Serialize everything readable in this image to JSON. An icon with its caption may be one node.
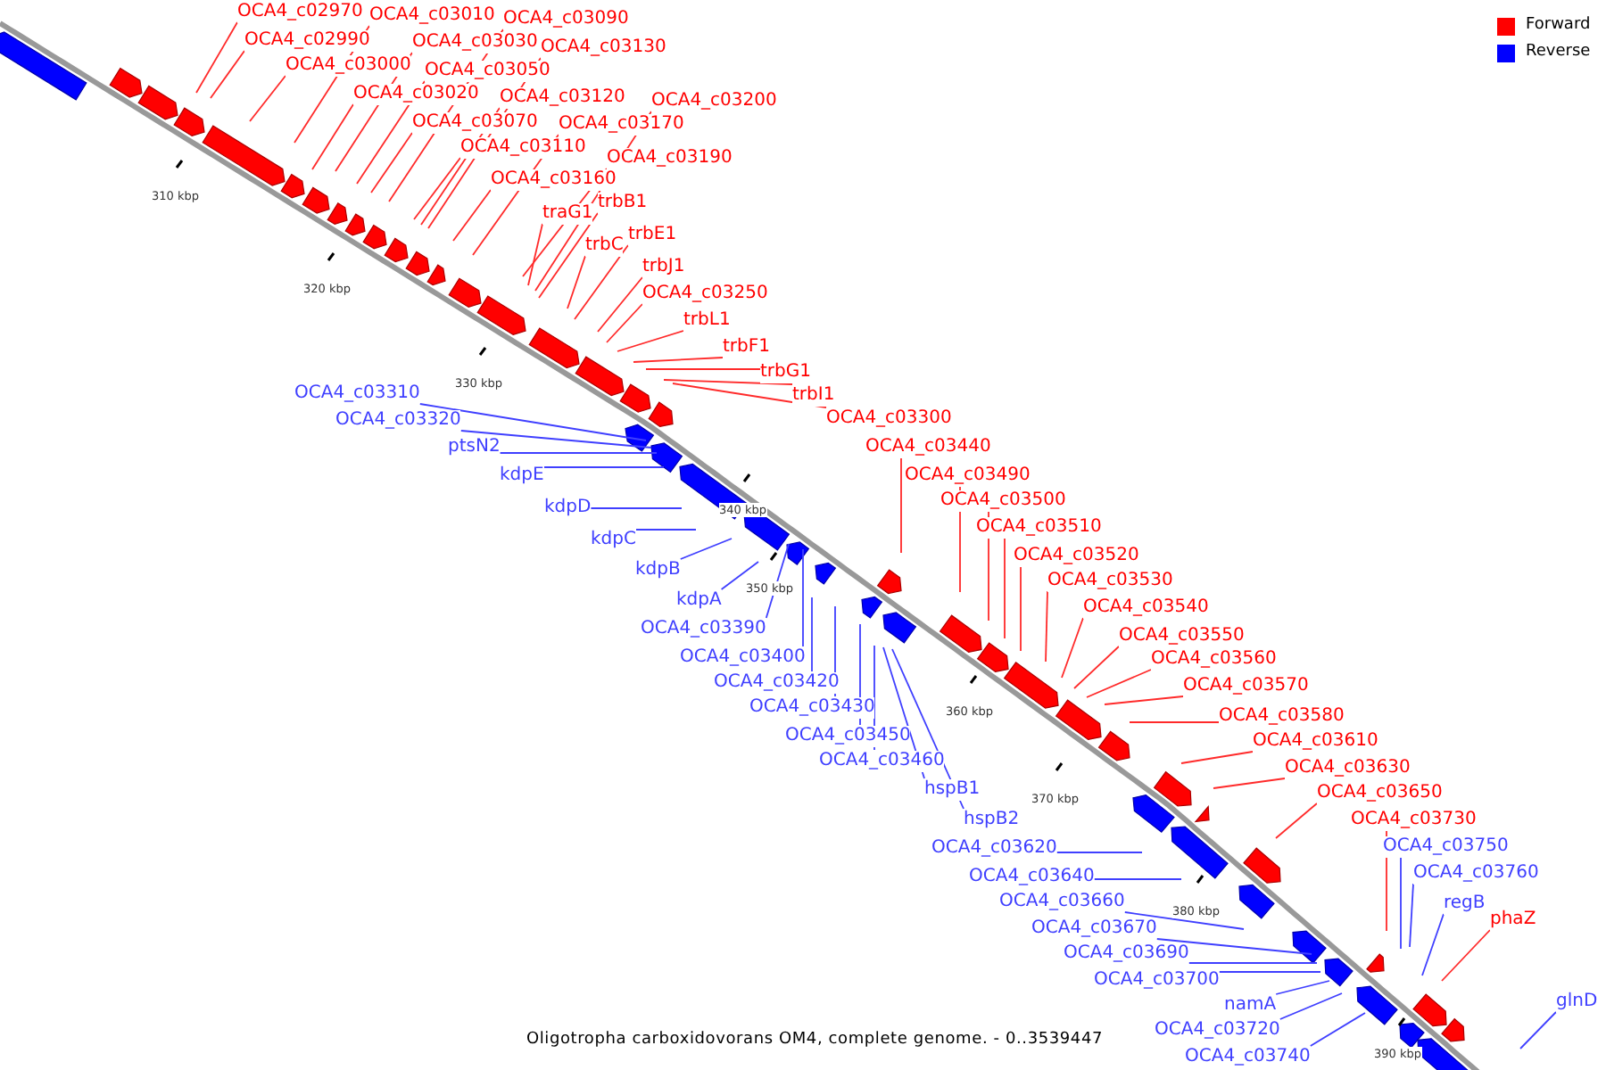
{
  "diagram": {
    "caption": "Oligotropha carboxidovorans OM4, complete genome. - 0..3539447",
    "nodes": [
      {
        "text": [
          "OCA4_c02970"
        ]
      },
      {
        "text": [
          "OCA4_c03010"
        ]
      },
      {
        "text": [
          "OCA4_c03090"
        ]
      },
      {
        "text": [
          "OCA4_c02990"
        ]
      },
      {
        "text": [
          "OCA4_c03030"
        ]
      },
      {
        "text": [
          "OCA4_c03130"
        ]
      },
      {
        "text": [
          "OCA4_c03000"
        ]
      },
      {
        "text": [
          "OCA4_c03050"
        ]
      },
      {
        "text": [
          "OCA4_c03020"
        ]
      },
      {
        "text": [
          "OCA4_c03120"
        ]
      },
      {
        "text": [
          "OCA4_c03200"
        ]
      },
      {
        "text": [
          "OCA4_c03070"
        ]
      },
      {
        "text": [
          "OCA4_c03170"
        ]
      },
      {
        "text": [
          "OCA4_c03110"
        ]
      },
      {
        "text": [
          "OCA4_c03190"
        ]
      },
      {
        "text": [
          "OCA4_c03160"
        ]
      },
      {
        "text": [
          "trbB1"
        ]
      },
      {
        "text": [
          "traG1"
        ]
      },
      {
        "text": [
          "trbE1"
        ]
      },
      {
        "text": [
          "trbC"
        ]
      },
      {
        "text": [
          "trbJ1"
        ]
      },
      {
        "text": [
          "OCA4_c03250"
        ]
      },
      {
        "text": [
          "trbL1"
        ]
      },
      {
        "text": [
          "trbF1"
        ]
      },
      {
        "text": [
          "trbG1"
        ]
      },
      {
        "text": [
          "OCA4_c03310"
        ]
      },
      {
        "text": [
          "trbI1"
        ]
      },
      {
        "text": [
          "OCA4_c03300"
        ]
      },
      {
        "text": [
          "OCA4_c03320"
        ]
      },
      {
        "text": [
          "ptsN2"
        ]
      },
      {
        "text": [
          "OCA4_c03440"
        ]
      },
      {
        "text": [
          "kdpE"
        ]
      },
      {
        "text": [
          "OCA4_c03490"
        ]
      },
      {
        "text": [
          "OCA4_c03500"
        ]
      },
      {
        "text": [
          "kdpD"
        ]
      },
      {
        "text": [
          "OCA4_c03510"
        ]
      },
      {
        "text": [
          "kdpC"
        ]
      },
      {
        "text": [
          "OCA4_c03520"
        ]
      },
      {
        "text": [
          "kdpB"
        ]
      },
      {
        "text": [
          "OCA4_c03530"
        ]
      },
      {
        "text": [
          "kdpA"
        ]
      },
      {
        "text": [
          "OCA4_c03540"
        ]
      },
      {
        "text": [
          "OCA4_c03390"
        ]
      },
      {
        "text": [
          "OCA4_c03550"
        ]
      },
      {
        "text": [
          "OCA4_c03400"
        ]
      },
      {
        "text": [
          "OCA4_c03560"
        ]
      },
      {
        "text": [
          "OCA4_c03420"
        ]
      },
      {
        "text": [
          "OCA4_c03570"
        ]
      },
      {
        "text": [
          "OCA4_c03430"
        ]
      },
      {
        "text": [
          "OCA4_c03580"
        ]
      },
      {
        "text": [
          "OCA4_c03450"
        ]
      },
      {
        "text": [
          "OCA4_c03610"
        ]
      },
      {
        "text": [
          "OCA4_c03460"
        ]
      },
      {
        "text": [
          "OCA4_c03630"
        ]
      },
      {
        "text": [
          "hspB1"
        ]
      },
      {
        "text": [
          "OCA4_c03650"
        ]
      },
      {
        "text": [
          "hspB2"
        ]
      },
      {
        "text": [
          "OCA4_c03730"
        ]
      },
      {
        "text": [
          "OCA4_c03620"
        ]
      },
      {
        "text": [
          "OCA4_c03750"
        ]
      },
      {
        "text": [
          "OCA4_c03760"
        ]
      },
      {
        "text": [
          "OCA4_c03640"
        ]
      },
      {
        "text": [
          "OCA4_c03660"
        ]
      },
      {
        "text": [
          "regB"
        ]
      },
      {
        "text": [
          "phaZ"
        ]
      },
      {
        "text": [
          "OCA4_c03670"
        ]
      },
      {
        "text": [
          "OCA4_c03690"
        ]
      },
      {
        "text": [
          "OCA4_c03700"
        ]
      },
      {
        "text": [
          "glnD"
        ]
      },
      {
        "text": [
          "namA"
        ]
      },
      {
        "text": [
          "OCA4_c03720"
        ]
      },
      {
        "text": [
          "OCA4_c03740"
        ]
      }
    ],
    "edges": [
      {
        "from": 0,
        "to": null,
        "arrow": "none"
      },
      {
        "from": 1,
        "to": null,
        "arrow": "none"
      },
      {
        "from": 2,
        "to": null,
        "arrow": "none"
      },
      {
        "from": 3,
        "to": null,
        "arrow": "none"
      },
      {
        "from": 4,
        "to": null,
        "arrow": "none"
      },
      {
        "from": 5,
        "to": null,
        "arrow": "none"
      },
      {
        "from": 6,
        "to": null,
        "arrow": "none"
      },
      {
        "from": 7,
        "to": null,
        "arrow": "none"
      },
      {
        "from": 8,
        "to": null,
        "arrow": "none"
      },
      {
        "from": 9,
        "to": null,
        "arrow": "none"
      },
      {
        "from": 10,
        "to": null,
        "arrow": "none"
      },
      {
        "from": 11,
        "to": null,
        "arrow": "none"
      },
      {
        "from": 12,
        "to": null,
        "arrow": "none"
      },
      {
        "from": 13,
        "to": null,
        "arrow": "none"
      },
      {
        "from": 14,
        "to": null,
        "arrow": "none"
      },
      {
        "from": 15,
        "to": null,
        "arrow": "none"
      },
      {
        "from": 16,
        "to": null,
        "arrow": "none"
      },
      {
        "from": 17,
        "to": null,
        "arrow": "none"
      },
      {
        "from": 18,
        "to": null,
        "arrow": "none"
      },
      {
        "from": 19,
        "to": null,
        "arrow": "none"
      },
      {
        "from": 20,
        "to": null,
        "arrow": "none"
      },
      {
        "from": 21,
        "to": null,
        "arrow": "none"
      },
      {
        "from": 22,
        "to": null,
        "arrow": "none"
      },
      {
        "from": 23,
        "to": null,
        "arrow": "none"
      },
      {
        "from": 24,
        "to": null,
        "arrow": "none"
      },
      {
        "from": 25,
        "to": null,
        "arrow": "none",
        "color": "#3f3fff"
      },
      {
        "from": 26,
        "to": null,
        "arrow": "none"
      },
      {
        "from": 27,
        "to": null,
        "arrow": "none"
      },
      {
        "from": 28,
        "to": null,
        "arrow": "none",
        "color": "#3f3fff"
      },
      {
        "from": 29,
        "to": null,
        "arrow": "none",
        "color": "#3f3fff"
      },
      {
        "from": 30,
        "to": null,
        "arrow": "none"
      },
      {
        "from": 31,
        "to": null,
        "arrow": "none",
        "color": "#3f3fff"
      },
      {
        "from": 32,
        "to": null,
        "arrow": "none"
      },
      {
        "from": 33,
        "to": null,
        "arrow": "none"
      },
      {
        "from": 34,
        "to": null,
        "arrow": "none",
        "color": "#3f3fff"
      },
      {
        "from": 35,
        "to": null,
        "arrow": "none"
      },
      {
        "from": 36,
        "to": null,
        "arrow": "none",
        "color": "#3f3fff"
      },
      {
        "from": 37,
        "to": null,
        "arrow": "none"
      },
      {
        "from": 38,
        "to": null,
        "arrow": "none",
        "color": "#3f3fff"
      },
      {
        "from": 39,
        "to": null,
        "arrow": "none"
      },
      {
        "from": 40,
        "to": null,
        "arrow": "none",
        "color": "#3f3fff"
      },
      {
        "from": 41,
        "to": null,
        "arrow": "none"
      },
      {
        "from": 42,
        "to": null,
        "arrow": "none",
        "color": "#3f3fff"
      },
      {
        "from": 43,
        "to": null,
        "arrow": "none"
      },
      {
        "from": 44,
        "to": null,
        "arrow": "none",
        "color": "#3f3fff"
      },
      {
        "from": 45,
        "to": null,
        "arrow": "none"
      },
      {
        "from": 46,
        "to": null,
        "arrow": "none",
        "color": "#3f3fff"
      },
      {
        "from": 47,
        "to": null,
        "arrow": "none"
      },
      {
        "from": 48,
        "to": null,
        "arrow": "none",
        "color": "#3f3fff"
      },
      {
        "from": 49,
        "to": null,
        "arrow": "none"
      },
      {
        "from": 50,
        "to": null,
        "arrow": "none",
        "color": "#3f3fff"
      },
      {
        "from": 51,
        "to": null,
        "arrow": "none"
      },
      {
        "from": 52,
        "to": null,
        "arrow": "none",
        "color": "#3f3fff"
      },
      {
        "from": 53,
        "to": null,
        "arrow": "none"
      },
      {
        "from": 54,
        "to": null,
        "arrow": "none",
        "color": "#3f3fff"
      },
      {
        "from": 55,
        "to": null,
        "arrow": "none"
      },
      {
        "from": 56,
        "to": null,
        "arrow": "none",
        "color": "#3f3fff"
      },
      {
        "from": 57,
        "to": null,
        "arrow": "none"
      },
      {
        "from": 58,
        "to": null,
        "arrow": "none",
        "color": "#3f3fff"
      },
      {
        "from": 59,
        "to": null,
        "arrow": "none",
        "color": "#3f3fff"
      },
      {
        "from": 60,
        "to": null,
        "arrow": "none",
        "color": "#3f3fff"
      },
      {
        "from": 61,
        "to": null,
        "arrow": "none",
        "color": "#3f3fff"
      },
      {
        "from": 62,
        "to": null,
        "arrow": "none",
        "color": "#3f3fff"
      },
      {
        "from": 63,
        "to": null,
        "arrow": "none",
        "color": "#3f3fff"
      },
      {
        "from": 64,
        "to": null,
        "arrow": "none"
      },
      {
        "from": 65,
        "to": null,
        "arrow": "none",
        "color": "#3f3fff"
      },
      {
        "from": 66,
        "to": null,
        "arrow": "none",
        "color": "#3f3fff"
      },
      {
        "from": 67,
        "to": null,
        "arrow": "none",
        "color": "#3f3fff"
      },
      {
        "from": 68,
        "to": null,
        "arrow": "none",
        "color": "#3f3fff"
      },
      {
        "from": 69,
        "to": null,
        "arrow": "none",
        "color": "#3f3fff"
      },
      {
        "from": 70,
        "to": null,
        "arrow": "none",
        "color": "#3f3fff"
      },
      {
        "from": 71,
        "to": null,
        "arrow": "none",
        "color": "#3f3fff"
      }
    ],
    "labels": [
      "310 kbp",
      "320 kbp",
      "330 kbp",
      "340 kbp",
      "350 kbp",
      "360 kbp",
      "370 kbp",
      "380 kbp",
      "390 kbp"
    ],
    "legend": [
      {
        "text": "Forward",
        "color": "#ff0000"
      },
      {
        "text": "Reverse",
        "color": "#0000ff"
      }
    ]
  }
}
